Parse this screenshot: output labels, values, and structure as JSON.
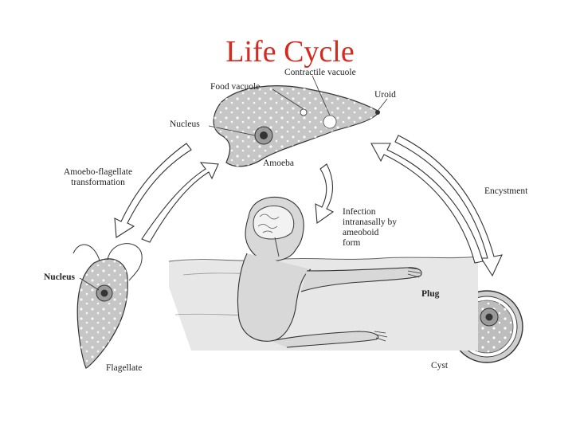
{
  "title": "Life Cycle",
  "labels": {
    "food_vacuole": "Food vacuole",
    "contractile_vacuole": "Contractile vacuole",
    "uroid": "Uroid",
    "nucleus_amoeba": "Nucleus",
    "amoeba": "Amoeba",
    "amoebo_flagellate_line1": "Amoebo-flagellate",
    "amoebo_flagellate_line2": "transformation",
    "encystment": "Encystment",
    "infection_line1": "Infection",
    "infection_line2": "intranasally by",
    "infection_line3": "ameoboid",
    "infection_line4": "form",
    "nucleus_flagellate": "Nucleus",
    "flagellate": "Flagellate",
    "plug": "Plug",
    "cyst": "Cyst"
  },
  "colors": {
    "title": "#d42a1f",
    "ink": "#222222",
    "cell_fill": "#c9c9c9",
    "water": "#e6e6e6"
  }
}
